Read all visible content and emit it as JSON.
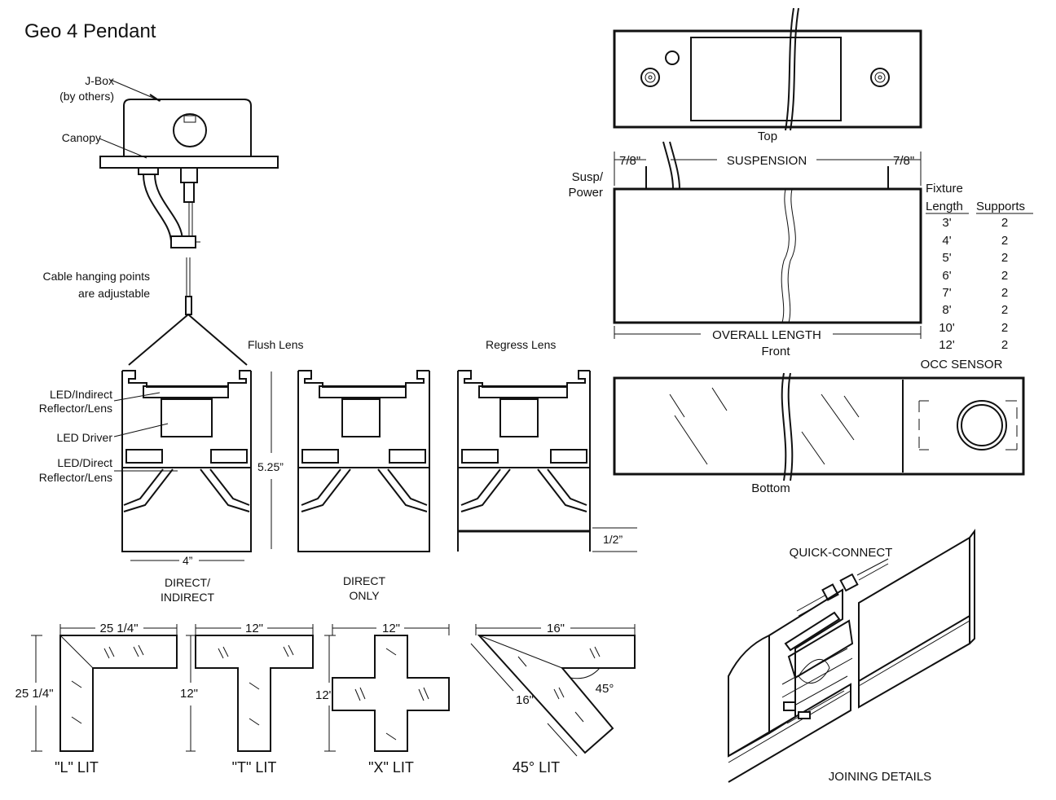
{
  "title": "Geo 4 Pendant",
  "canopy": {
    "jbox_line1": "J-Box",
    "jbox_line2": "(by others)",
    "canopy_label": "Canopy",
    "cable_line1": "Cable hanging points",
    "cable_line2": "are adjustable"
  },
  "sections": {
    "flush_lens": "Flush Lens",
    "regress_lens": "Regress Lens",
    "led_indirect_1": "LED/Indirect",
    "led_indirect_2": "Reflector/Lens",
    "led_driver": "LED Driver",
    "led_direct_1": "LED/Direct",
    "led_direct_2": "Reflector/Lens",
    "height_dim": "5.25”",
    "width_dim": "4”",
    "regress_dim": "1/2”",
    "direct_indirect_1": "DIRECT/",
    "direct_indirect_2": "INDIRECT",
    "direct_only_1": "DIRECT",
    "direct_only_2": "ONLY"
  },
  "views": {
    "top": "Top",
    "front": "Front",
    "bottom": "Bottom",
    "susp_1": "Susp/",
    "susp_2": "Power",
    "suspension": "SUSPENSION",
    "offset_left": "7/8\"",
    "offset_right": "7/8\"",
    "overall_length": "OVERALL LENGTH",
    "occ_sensor": "OCC SENSOR"
  },
  "supports_table": {
    "header_top": "Fixture",
    "col_length": "Length",
    "col_supports": "Supports",
    "rows": [
      {
        "length": "3'",
        "supports": "2"
      },
      {
        "length": "4'",
        "supports": "2"
      },
      {
        "length": "5'",
        "supports": "2"
      },
      {
        "length": "6'",
        "supports": "2"
      },
      {
        "length": "7'",
        "supports": "2"
      },
      {
        "length": "8'",
        "supports": "2"
      },
      {
        "length": "10'",
        "supports": "2"
      },
      {
        "length": "12'",
        "supports": "2"
      }
    ]
  },
  "configurations": [
    {
      "name": "\"L\" LIT",
      "width": "25 1/4\"",
      "height": "25 1/4\""
    },
    {
      "name": "\"T\" LIT",
      "width": "12\"",
      "height": "12\""
    },
    {
      "name": "\"X\" LIT",
      "width": "12\"",
      "height": "12\""
    },
    {
      "name": "45° LIT",
      "width": "16\"",
      "side": "16\"",
      "angle": "45°"
    }
  ],
  "joining": {
    "quick_connect": "QUICK-CONNECT",
    "joining_details": "JOINING DETAILS"
  }
}
